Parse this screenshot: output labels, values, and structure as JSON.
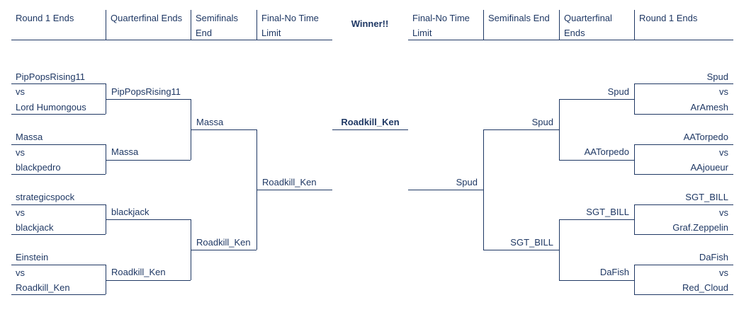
{
  "headers": {
    "left": [
      "Round 1 Ends",
      "Quarterfinal Ends",
      "Semifinals End",
      "Final-No Time Limit"
    ],
    "center": "Winner!!",
    "right": [
      "Final-No Time Limit",
      "Semifinals End",
      "Quarterfinal Ends",
      "Round 1 Ends"
    ]
  },
  "left": {
    "round1": [
      {
        "a": "PipPopsRising11",
        "vs": "vs",
        "b": "Lord Humongous"
      },
      {
        "a": "Massa",
        "vs": "vs",
        "b": "blackpedro"
      },
      {
        "a": "strategicspock",
        "vs": "vs",
        "b": "blackjack"
      },
      {
        "a": "Einstein",
        "vs": "vs",
        "b": "Roadkill_Ken"
      }
    ],
    "quarterfinal": [
      "PipPopsRising11",
      "Massa",
      "blackjack",
      "Roadkill_Ken"
    ],
    "semifinal": [
      "Massa",
      "Roadkill_Ken"
    ],
    "final": "Roadkill_Ken"
  },
  "right": {
    "round1": [
      {
        "a": "Spud",
        "vs": "vs",
        "b": "ArAmesh"
      },
      {
        "a": "AATorpedo",
        "vs": "vs",
        "b": "AAjoueur"
      },
      {
        "a": "SGT_BILL",
        "vs": "vs",
        "b": "Graf.Zeppelin"
      },
      {
        "a": "DaFish",
        "vs": "vs",
        "b": "Red_Cloud"
      }
    ],
    "quarterfinal": [
      "Spud",
      "AATorpedo",
      "SGT_BILL",
      "DaFish"
    ],
    "semifinal": [
      "Spud",
      "SGT_BILL"
    ],
    "final": "Spud"
  },
  "champion": "Roadkill_Ken",
  "colors": {
    "line": "#1f3864",
    "text": "#1f3864"
  }
}
